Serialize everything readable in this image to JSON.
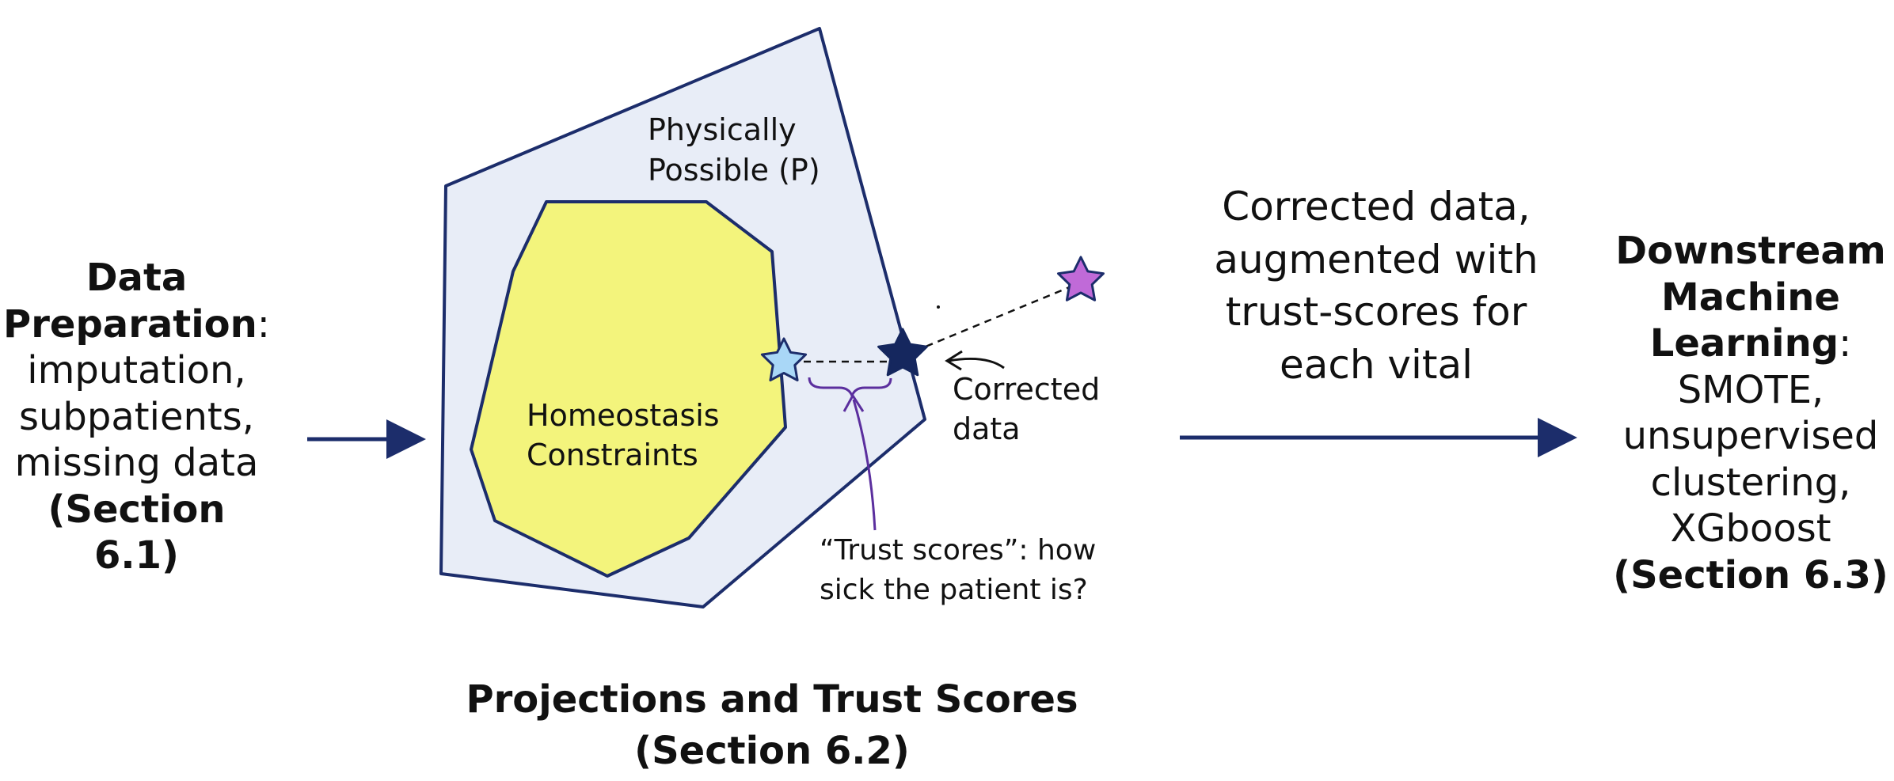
{
  "left": {
    "title": "Data",
    "title2": "Preparation",
    "colon": ":",
    "lines": [
      "imputation,",
      "subpatients,",
      "missing data"
    ],
    "section": "(Section 6.1)"
  },
  "center": {
    "outer_label_1": "Physically",
    "outer_label_2": "Possible (P)",
    "inner_label_1": "Homeostasis",
    "inner_label_2": "Constraints",
    "corrected_1": "Corrected",
    "corrected_2": "data",
    "trust_1": "“Trust scores”: how",
    "trust_2": "sick the patient is?"
  },
  "bottom": {
    "title": "Projections and Trust Scores",
    "section": "(Section 6.2)"
  },
  "middle": {
    "lines": [
      "Corrected data,",
      "augmented with",
      "trust-scores for",
      "each vital"
    ]
  },
  "right": {
    "title1": "Downstream",
    "title2": "Machine",
    "title3": "Learning",
    "colon": ":",
    "lines": [
      "SMOTE,",
      "unsupervised",
      "clustering,",
      "XGboost"
    ],
    "section": "(Section 6.3)"
  },
  "colors": {
    "outer_fill": "#e8edf7",
    "inner_fill": "#f3f47c",
    "outline": "#1c2d6b",
    "arrow": "#1c2d6b",
    "star_light": "#a9d7f7",
    "star_dark": "#15275e",
    "star_violet": "#c06ad8",
    "brace": "#5b2f9e"
  }
}
